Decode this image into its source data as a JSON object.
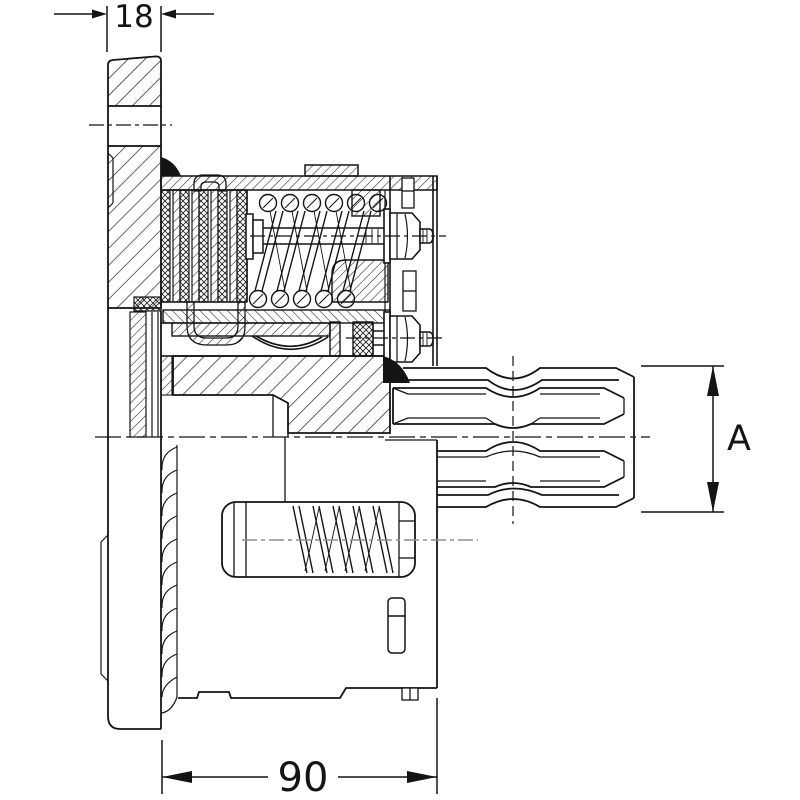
{
  "drawing": {
    "kind": "sectional technical drawing",
    "subject": "friction clutch with PTO spline shaft"
  },
  "dimensions": {
    "flange_thickness": {
      "label": "18"
    },
    "body_length": {
      "label": "90"
    },
    "spline_size": {
      "label": "A"
    }
  },
  "colors": {
    "line": "#141414",
    "background": "#ffffff",
    "secondary_centerline": "#8f8f8f"
  }
}
